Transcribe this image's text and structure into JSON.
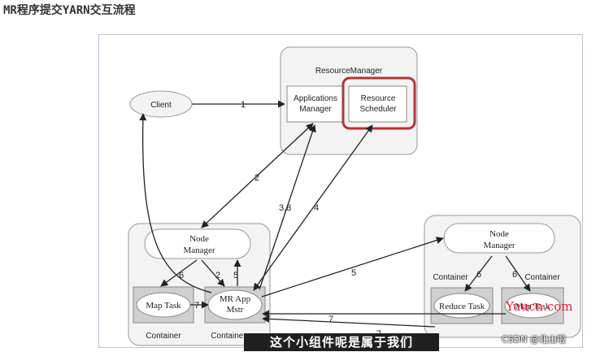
{
  "page": {
    "title": "MR程序提交YARN交互流程"
  },
  "diagram": {
    "resource_manager": {
      "title": "ResourceManager",
      "applications_manager": [
        "Applications",
        "Manager"
      ],
      "resource_scheduler": [
        "Resource",
        "Scheduler"
      ]
    },
    "client": "Client",
    "left_node": {
      "node_manager": [
        "Node",
        "Manager"
      ],
      "map_task": "Map Task",
      "mr_app_mstr": [
        "MR App",
        "Mstr"
      ],
      "container_left": "Container",
      "container_right": "Container"
    },
    "right_node": {
      "node_manager": [
        "Node",
        "Manager"
      ],
      "container_left": "Container",
      "container_right": "Container",
      "reduce_task": "Reduce Task",
      "map_task": "Map Task"
    },
    "edge_labels": {
      "client_to_apps": "1",
      "apps_to_left_nm": "2",
      "mr_to_apps": "3,8",
      "mr_to_scheduler": "4",
      "mr_to_right_nm": "5",
      "left_nm_to_map_task": "6",
      "map_task_to_mr": "7",
      "left_nm_to_mr": "2",
      "mr_to_left_nm": "5",
      "right_nm_to_reduce": "6",
      "right_nm_to_map": "6",
      "right_map_to_mr": "7",
      "right_reduce_to_mr": "7"
    },
    "highlight_color": "#b2343a"
  },
  "overlay": {
    "subtitle": "这个小组件呢是属于我们",
    "watermark": "Yuucn.com",
    "credit": "CSDN @北山啦"
  }
}
